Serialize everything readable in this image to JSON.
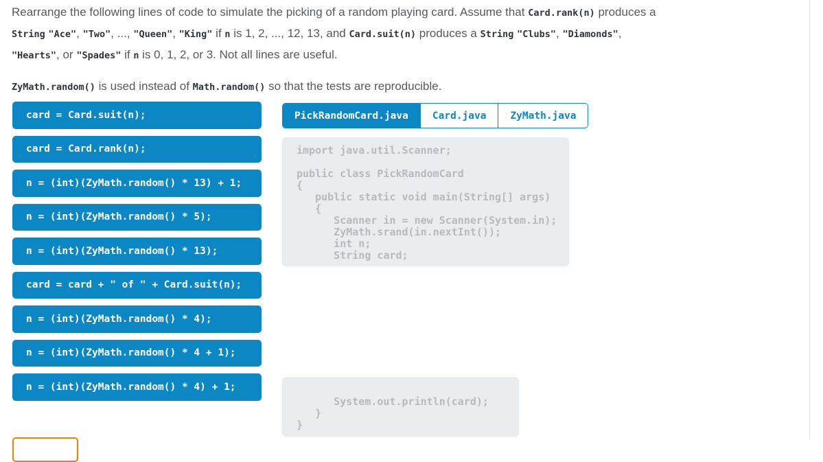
{
  "colors": {
    "accent_blue": "#0b87c4",
    "accent_orange": "#ee8100",
    "code_box_bg": "#e9edf0",
    "code_box_text": "#b4babf",
    "body_text": "#55595d",
    "inline_code_text": "#2f3438"
  },
  "intro": {
    "p1": [
      {
        "t": "Rearrange the following lines of code to simulate the picking of a random playing card. Assume that "
      },
      {
        "t": "Card.rank(n)",
        "code": true
      },
      {
        "t": " produces a "
      },
      {
        "br": true
      },
      {
        "t": "String",
        "code": true
      },
      {
        "t": " "
      },
      {
        "t": "\"Ace\"",
        "code": true
      },
      {
        "t": ", "
      },
      {
        "t": "\"Two\"",
        "code": true
      },
      {
        "t": ", ..., "
      },
      {
        "t": "\"Queen\"",
        "code": true
      },
      {
        "t": ", "
      },
      {
        "t": "\"King\"",
        "code": true
      },
      {
        "t": " if "
      },
      {
        "t": "n",
        "code": true
      },
      {
        "t": " is 1, 2, ..., 12, 13, and "
      },
      {
        "t": "Card.suit(n)",
        "code": true
      },
      {
        "t": " produces a "
      },
      {
        "t": "String",
        "code": true
      },
      {
        "t": " "
      },
      {
        "t": "\"Clubs\"",
        "code": true
      },
      {
        "t": ", "
      },
      {
        "t": "\"Diamonds\"",
        "code": true
      },
      {
        "t": ","
      },
      {
        "br": true
      },
      {
        "t": "\"Hearts\"",
        "code": true
      },
      {
        "t": ", or "
      },
      {
        "t": "\"Spades\"",
        "code": true
      },
      {
        "t": " if "
      },
      {
        "t": "n",
        "code": true
      },
      {
        "t": " is 0, 1, 2, or 3. Not all lines are useful."
      }
    ],
    "p2": [
      {
        "t": "ZyMath.random()",
        "code": true
      },
      {
        "t": " is used instead of "
      },
      {
        "t": "Math.random()",
        "code": true
      },
      {
        "t": " so that the tests are reproducible."
      }
    ]
  },
  "palette_blocks": [
    "card = Card.suit(n);",
    "card = Card.rank(n);",
    "n = (int)(ZyMath.random() * 13) + 1;",
    "n = (int)(ZyMath.random() * 5);",
    "n = (int)(ZyMath.random() * 13);",
    "card = card + \" of \" + Card.suit(n);",
    "n = (int)(ZyMath.random() * 4);",
    "n = (int)(ZyMath.random() * 4 + 1);",
    "n = (int)(ZyMath.random() * 4) + 1;"
  ],
  "editor": {
    "tabs": [
      {
        "label": "PickRandomCard.java",
        "active": true
      },
      {
        "label": "Card.java",
        "active": false
      },
      {
        "label": "ZyMath.java",
        "active": false
      }
    ],
    "code_top": "import java.util.Scanner;\n\npublic class PickRandomCard\n{\n   public static void main(String[] args)\n   {\n      Scanner in = new Scanner(System.in);\n      ZyMath.srand(in.nextInt());\n      int n;\n      String card;",
    "code_bottom": "\n      System.out.println(card);\n   }\n}"
  }
}
